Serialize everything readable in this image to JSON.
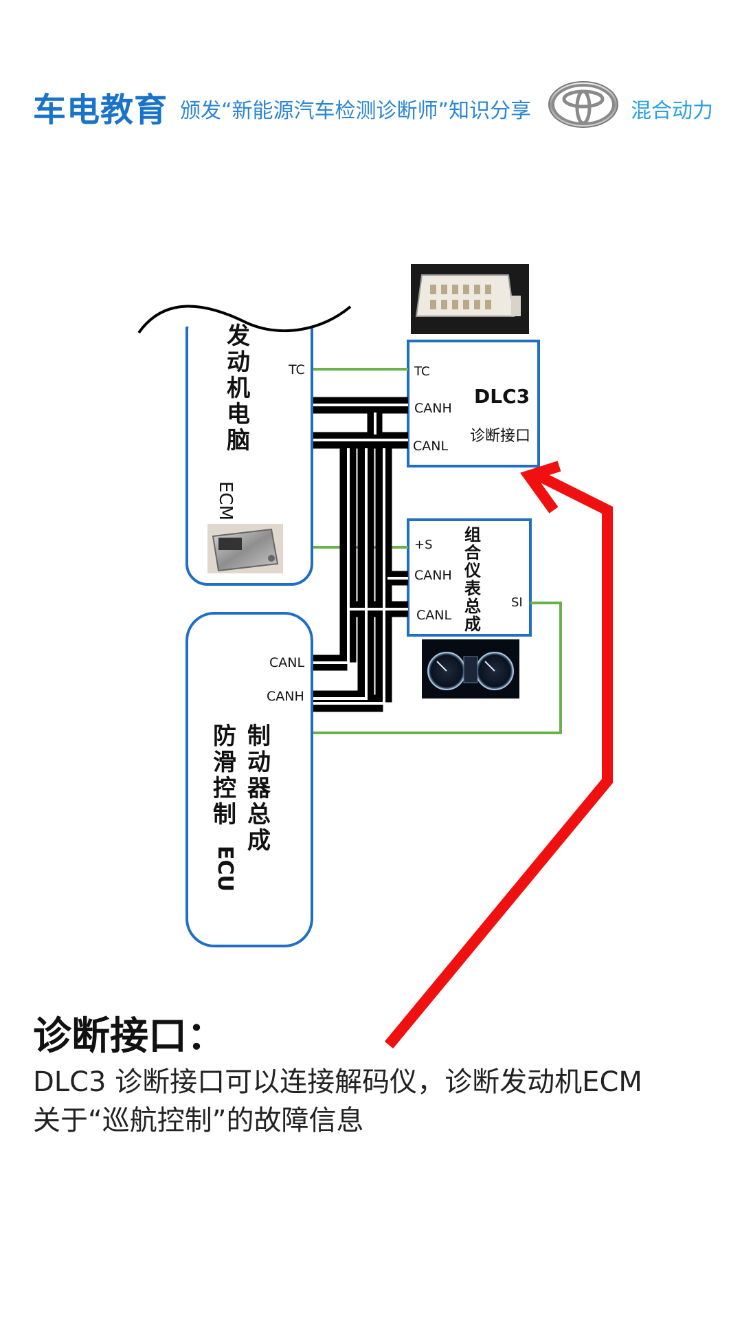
{
  "header": {
    "brand": "车电教育",
    "subtitle": "颁发“新能源汽车检测诊断师”知识分享",
    "hybrid": "混合动力"
  },
  "ecm": {
    "title_cn": "发动机电脑",
    "title_en": "ECM",
    "pin_tc": "TC"
  },
  "abs": {
    "title_col1": "制动器总成",
    "title_col2_cn": "防滑控制",
    "title_col2_en": "ECU",
    "pin_canl": "CANL",
    "pin_canh": "CANH"
  },
  "dlc3": {
    "title": "DLC3",
    "subtitle": "诊断接口",
    "pin_tc": "TC",
    "pin_canh": "CANH",
    "pin_canl": "CANL"
  },
  "cluster": {
    "title": "组合仪表总成",
    "pin_s": "+S",
    "pin_canh": "CANH",
    "pin_canl": "CANL",
    "pin_si": "SI"
  },
  "bottom": {
    "title": "诊断接口：",
    "line1": "DLC3 诊断接口可以连接解码仪，诊断发动机ECM",
    "line2": "关于“巡航控制”的故障信息"
  },
  "colors": {
    "box_border": "#1f6fc4",
    "green_wire": "#6ab04c",
    "red_arrow": "#f01010"
  }
}
